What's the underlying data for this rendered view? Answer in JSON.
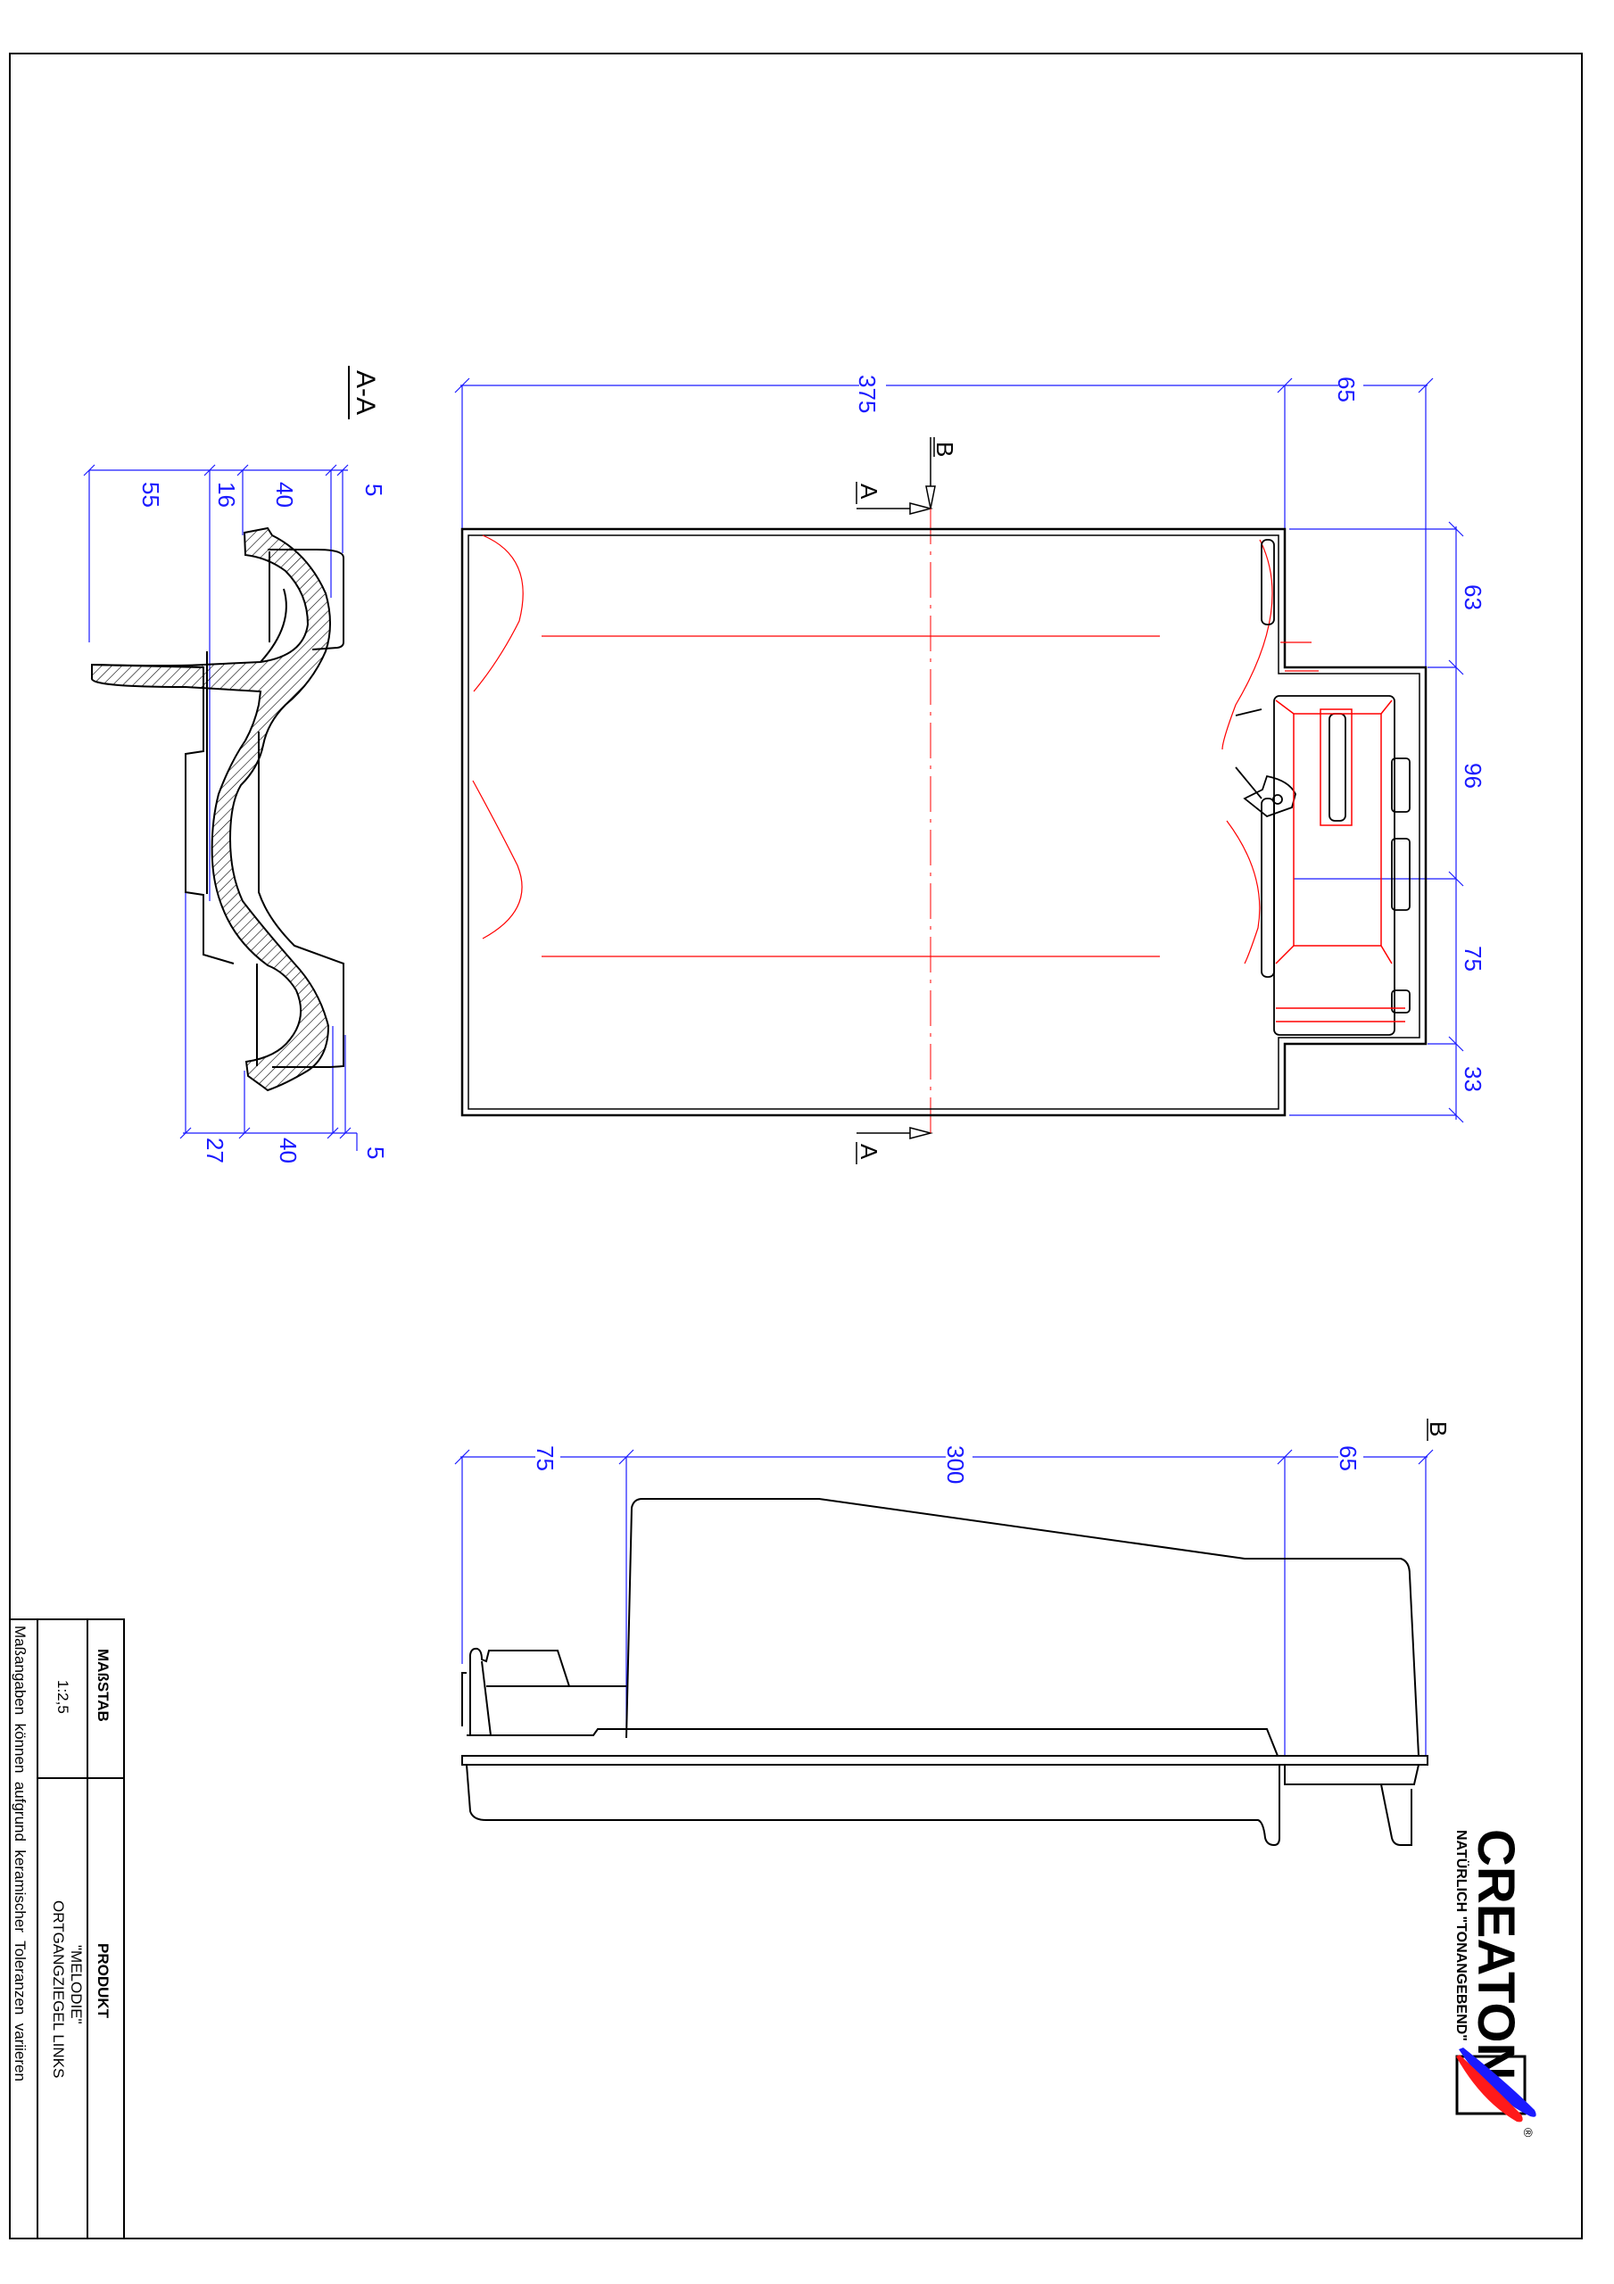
{
  "drawing": {
    "sheet_size": [
      1809,
      2560
    ],
    "colors": {
      "outline": "#000000",
      "dimension": "#1a1aff",
      "hidden_detail": "#ff0000",
      "logo_blue": "#1a1aff",
      "logo_red": "#ff1a1a"
    }
  },
  "section_view": {
    "label": "A-A",
    "dims_top": [
      "55",
      "16",
      "40",
      "5"
    ],
    "dims_bottom": [
      "27",
      "40",
      "5"
    ]
  },
  "top_view": {
    "section_markers": {
      "a_top": "A",
      "b_top": "B",
      "a_bottom": "A"
    },
    "dims_horizontal": [
      "375",
      "65"
    ],
    "dims_vertical": [
      "63",
      "96",
      "75",
      "33"
    ]
  },
  "side_view": {
    "section_label": "B",
    "dims_horizontal": [
      "75",
      "300",
      "65"
    ]
  },
  "title_block": {
    "scale_header": "MAßSTAB",
    "scale_value": "1:2,5",
    "product_header": "PRODUKT",
    "product_name": "\"MELODIE\"",
    "product_type": "ORTGANGZIEGEL LINKS",
    "note": "Maßangaben  können  aufgrund  keramischer  Toleranzen  variieren"
  },
  "logo": {
    "brand": "CREATON",
    "tagline": "NATÜRLICH \"TONANGEBEND\"",
    "registered": "®"
  }
}
